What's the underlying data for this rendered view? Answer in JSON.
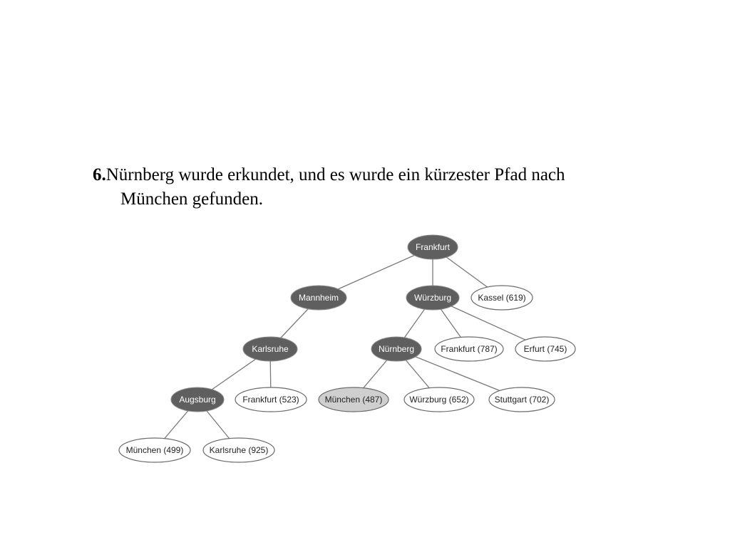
{
  "heading": {
    "number": "6.",
    "line1": "Nürnberg wurde erkundet, und es wurde ein kürzester Pfad nach",
    "line2": "München gefunden."
  },
  "tree": {
    "nodes": [
      {
        "id": "frankfurt-root",
        "label": "Frankfurt",
        "status": "expanded"
      },
      {
        "id": "mannheim",
        "label": "Mannheim",
        "status": "expanded"
      },
      {
        "id": "wuerzburg",
        "label": "Würzburg",
        "status": "expanded"
      },
      {
        "id": "kassel",
        "label": "Kassel (619)",
        "status": "frontier"
      },
      {
        "id": "karlsruhe",
        "label": "Karlsruhe",
        "status": "expanded"
      },
      {
        "id": "nuernberg",
        "label": "Nürnberg",
        "status": "expanded"
      },
      {
        "id": "frankfurt-787",
        "label": "Frankfurt (787)",
        "status": "frontier"
      },
      {
        "id": "erfurt",
        "label": "Erfurt (745)",
        "status": "frontier"
      },
      {
        "id": "augsburg",
        "label": "Augsburg",
        "status": "expanded"
      },
      {
        "id": "frankfurt-523",
        "label": "Frankfurt (523)",
        "status": "frontier"
      },
      {
        "id": "muenchen-487",
        "label": "München (487)",
        "status": "goal"
      },
      {
        "id": "wuerzburg-652",
        "label": "Würzburg (652)",
        "status": "frontier"
      },
      {
        "id": "stuttgart",
        "label": "Stuttgart (702)",
        "status": "frontier"
      },
      {
        "id": "muenchen-499",
        "label": "München (499)",
        "status": "frontier"
      },
      {
        "id": "karlsruhe-925",
        "label": "Karlsruhe (925)",
        "status": "frontier"
      }
    ],
    "edges": [
      [
        "frankfurt-root",
        "mannheim"
      ],
      [
        "frankfurt-root",
        "wuerzburg"
      ],
      [
        "frankfurt-root",
        "kassel"
      ],
      [
        "mannheim",
        "karlsruhe"
      ],
      [
        "wuerzburg",
        "nuernberg"
      ],
      [
        "wuerzburg",
        "frankfurt-787"
      ],
      [
        "wuerzburg",
        "erfurt"
      ],
      [
        "karlsruhe",
        "augsburg"
      ],
      [
        "karlsruhe",
        "frankfurt-523"
      ],
      [
        "nuernberg",
        "muenchen-487"
      ],
      [
        "nuernberg",
        "wuerzburg-652"
      ],
      [
        "nuernberg",
        "stuttgart"
      ],
      [
        "augsburg",
        "muenchen-499"
      ],
      [
        "augsburg",
        "karlsruhe-925"
      ]
    ]
  }
}
